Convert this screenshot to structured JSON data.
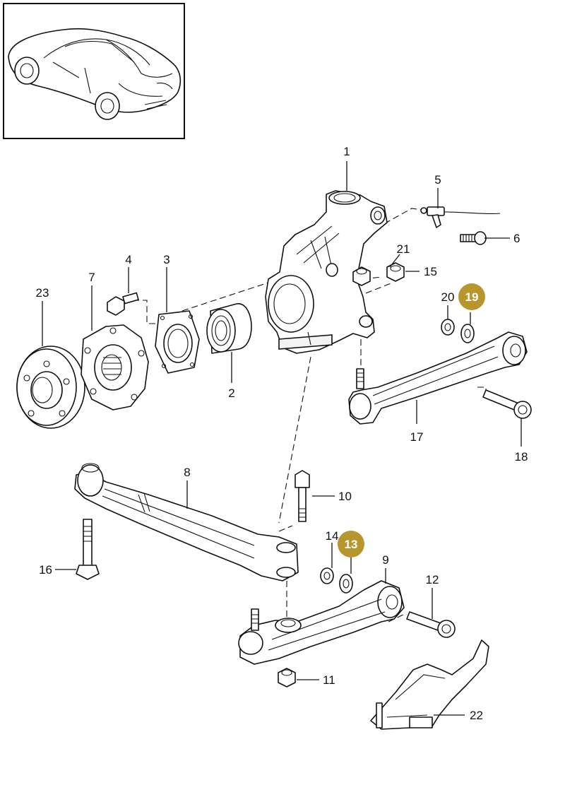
{
  "thumbnail": {
    "icon": "porsche-cayman-car-icon"
  },
  "callouts": {
    "c1": "1",
    "c2": "2",
    "c3": "3",
    "c4": "4",
    "c5": "5",
    "c6": "6",
    "c7": "7",
    "c8": "8",
    "c9": "9",
    "c10": "10",
    "c11": "11",
    "c12": "12",
    "c13": "13",
    "c14": "14",
    "c15": "15",
    "c16": "16",
    "c17": "17",
    "c18": "18",
    "c19": "19",
    "c20": "20",
    "c21": "21",
    "c22": "22",
    "c23": "23"
  },
  "highlighted": [
    "13",
    "19"
  ],
  "colors": {
    "highlight": "#b8962e",
    "ink": "#111111",
    "background": "#ffffff"
  }
}
